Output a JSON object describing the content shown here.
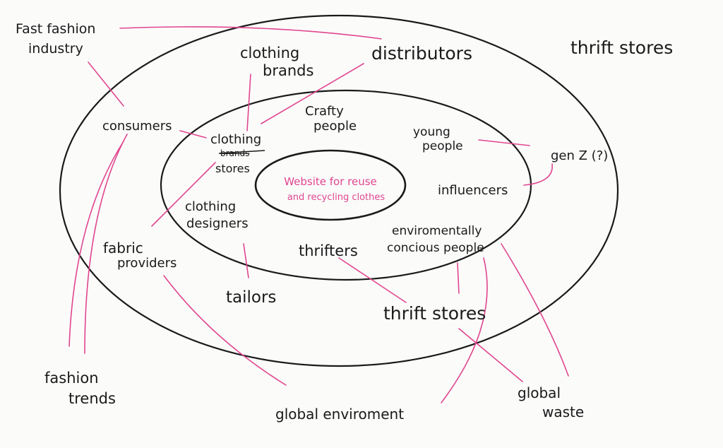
{
  "center": {
    "line1": "Website for reuse",
    "line2": "and recycling clothes"
  },
  "labels": {
    "fast_fashion_line1": "Fast fashion",
    "fast_fashion_line2": "industry",
    "distributors": "distributors",
    "thrift_stores_outer": "thrift stores",
    "clothing_brands_line1": "clothing",
    "clothing_brands_line2": "brands",
    "consumers": "consumers",
    "crafty_line1": "Crafty",
    "crafty_line2": "people",
    "clothing_stores_line1": "clothing",
    "clothing_stores_struck": "brands",
    "clothing_stores_line2": "stores",
    "young_line1": "young",
    "young_line2": "people",
    "gen_z": "gen Z (?)",
    "influencers": "influencers",
    "clothing_designers_line1": "clothing",
    "clothing_designers_line2": "designers",
    "enviro_line1": "enviromentally",
    "enviro_line2": "concious people",
    "fabric_line1": "fabric",
    "fabric_line2": "providers",
    "thrifters": "thrifters",
    "tailors": "tailors",
    "thrift_stores_mid": "thrift stores",
    "fashion_line1": "fashion",
    "fashion_line2": "trends",
    "global_waste_line1": "global",
    "global_waste_line2": "waste",
    "global_env": "global enviroment"
  },
  "colors": {
    "ink": "#1a1a1a",
    "accent": "#e0468f",
    "paper": "#fbfbfa"
  }
}
